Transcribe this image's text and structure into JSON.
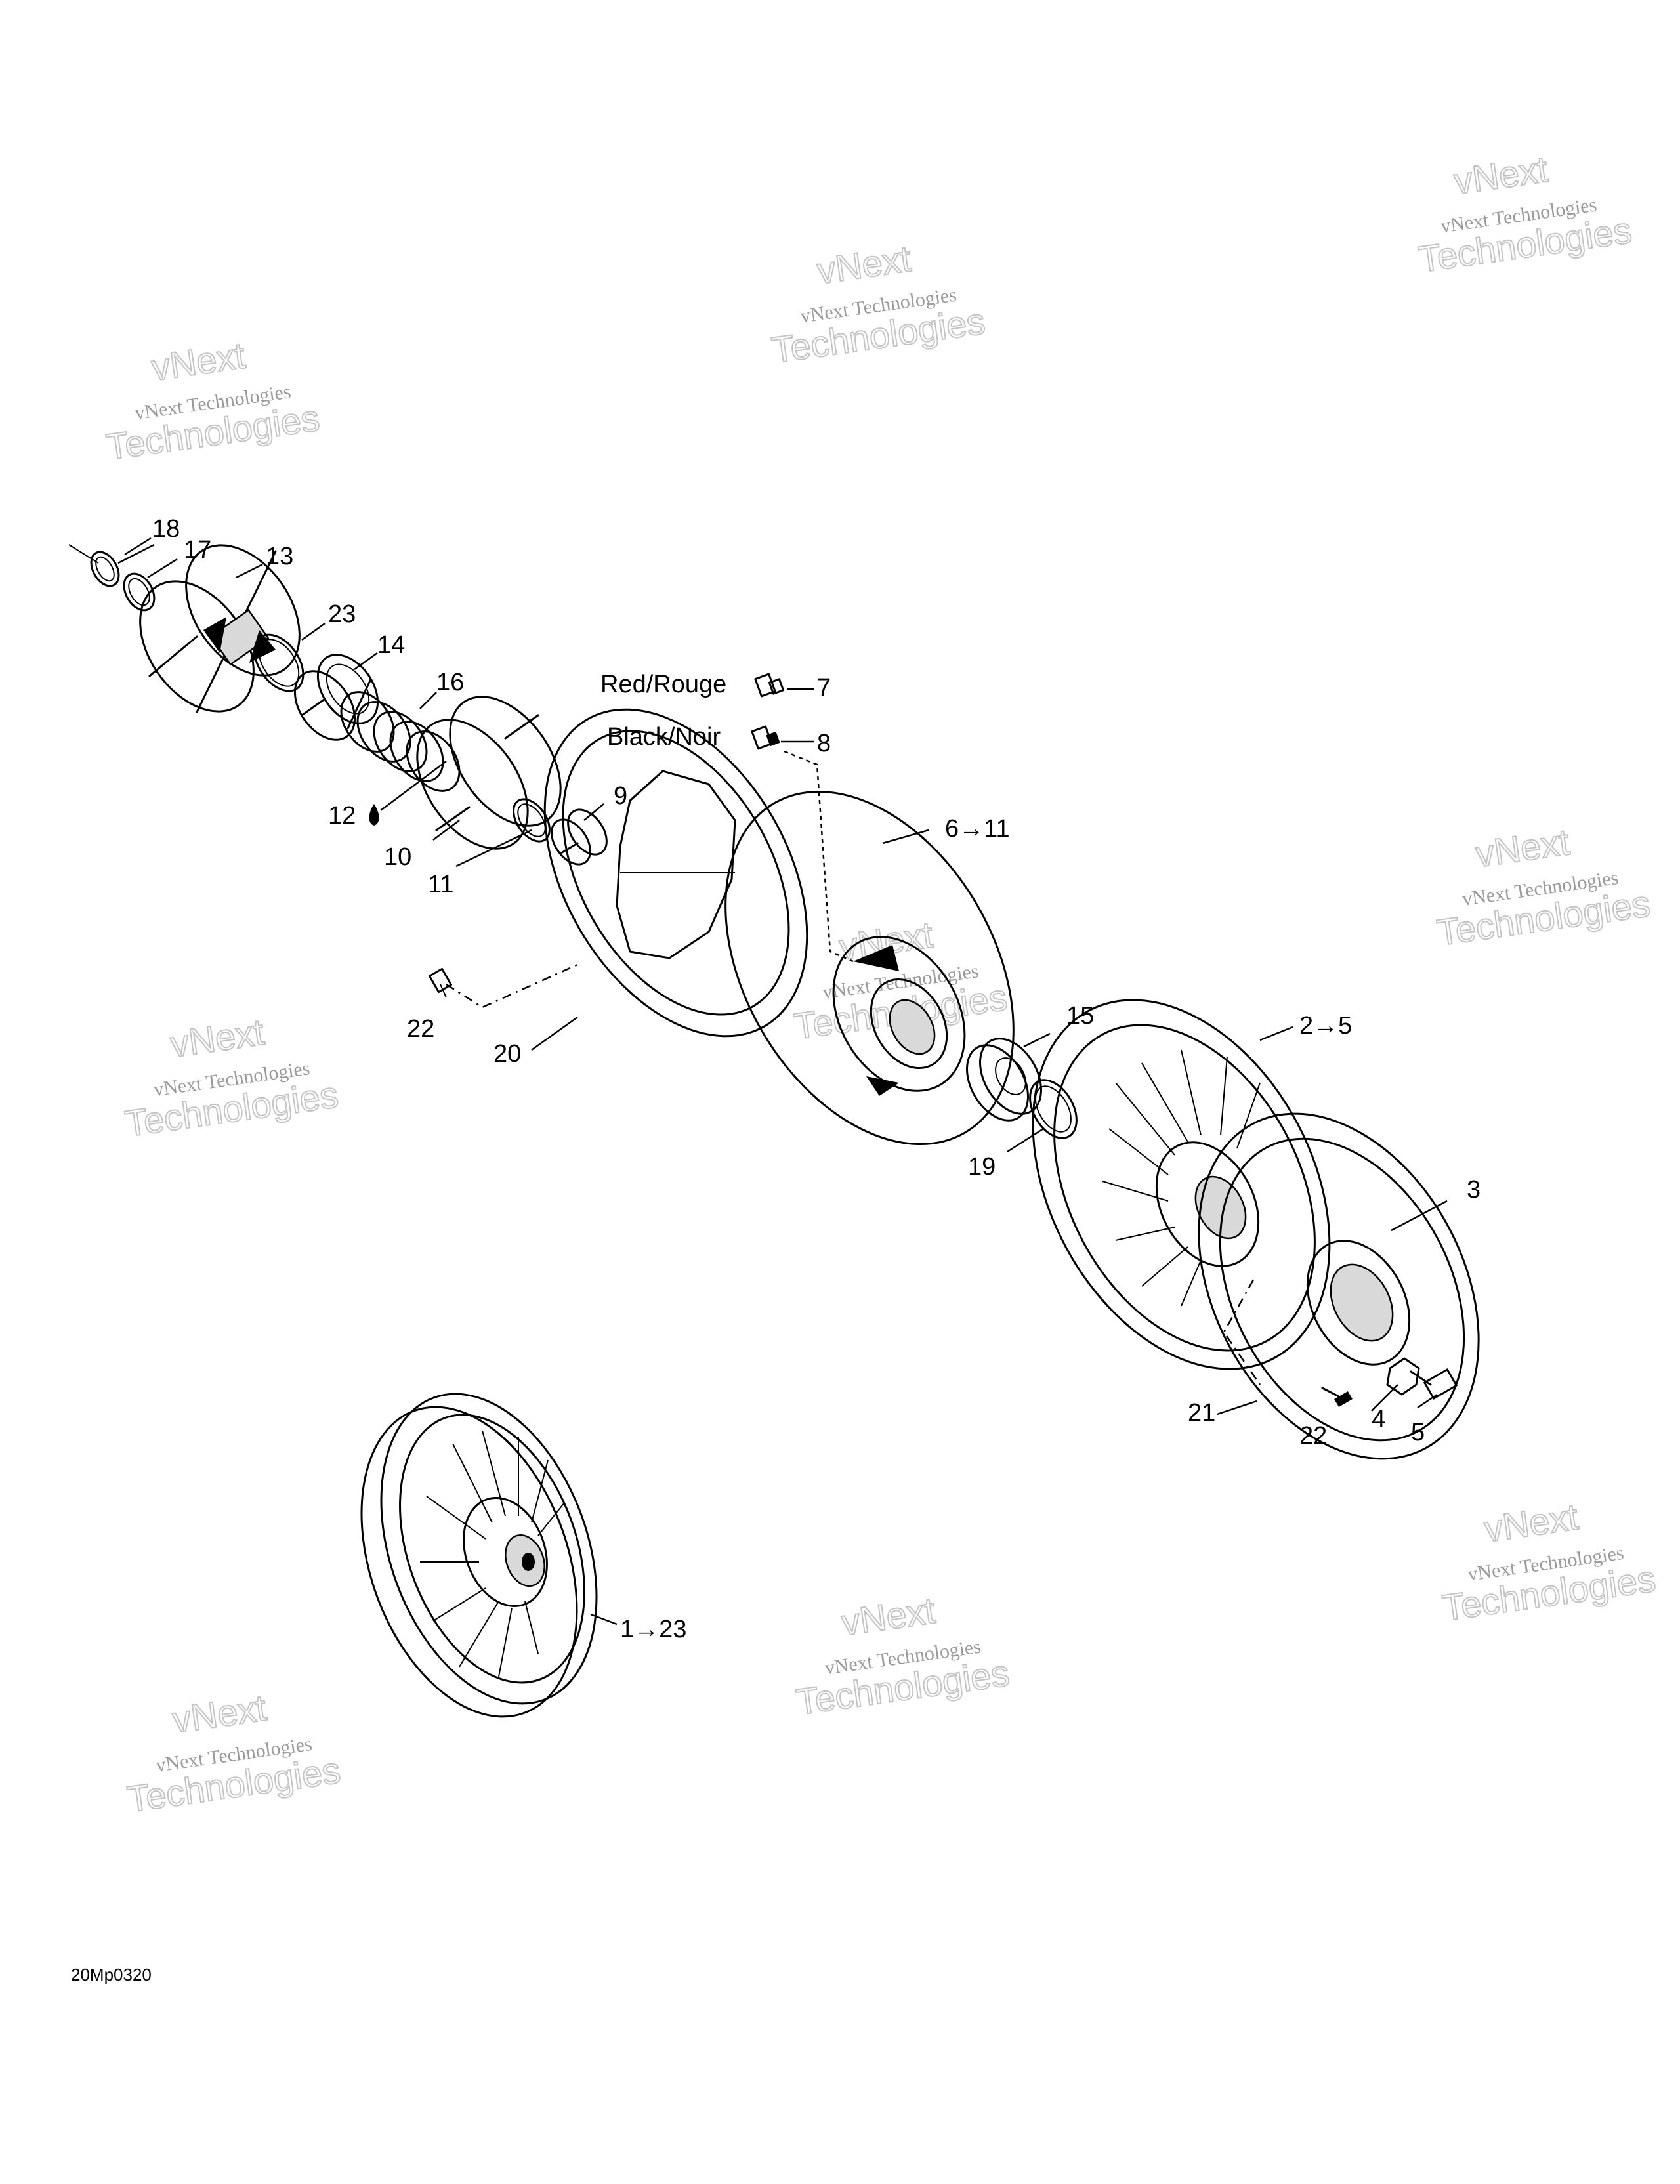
{
  "diagram": {
    "labels": {
      "c1": "1→23",
      "c2": "2→5",
      "c3": "3",
      "c4": "4",
      "c5": "5",
      "c6": "6→11",
      "c7": "7",
      "c8": "8",
      "c9": "9",
      "c10": "10",
      "c11": "11",
      "c12": "12",
      "c13": "13",
      "c14": "14",
      "c15": "15",
      "c16": "16",
      "c17": "17",
      "c18": "18",
      "c19": "19",
      "c20": "20",
      "c21": "21",
      "c22a": "22",
      "c22b": "22",
      "c23": "23"
    },
    "color_labels": {
      "red": "Red/Rouge",
      "black": "Black/Noir"
    },
    "watermark": {
      "line1": "vNext Technologies",
      "line2": "vNext",
      "line3": "Technologies"
    },
    "figure_code": "20Mp0320"
  }
}
